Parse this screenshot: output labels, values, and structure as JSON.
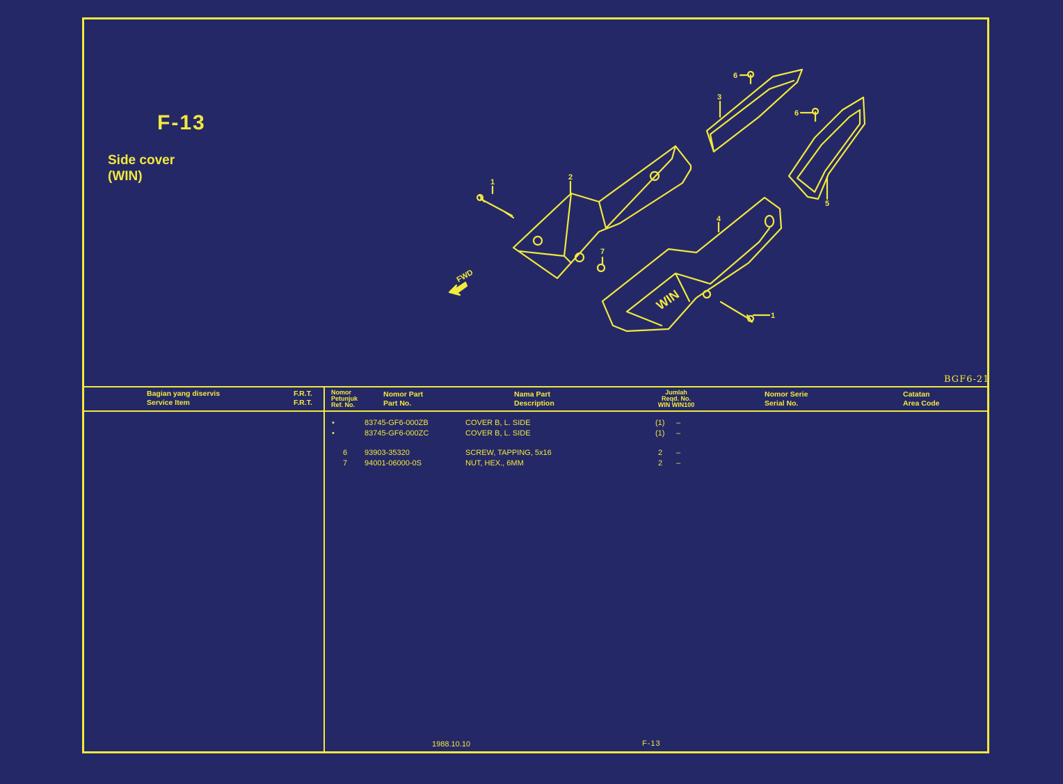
{
  "page": {
    "code": "F-13",
    "title_line1": "Side cover",
    "title_line2": "(WIN)",
    "drawing_code": "BGF6-21"
  },
  "diagram": {
    "callouts": [
      "1",
      "2",
      "3",
      "4",
      "5",
      "6",
      "6",
      "7",
      "1"
    ],
    "fwd_label": "FWD",
    "emblem_text": "WIN"
  },
  "table_header": {
    "service_item_id": "Bagian yang diservis",
    "service_item_en": "Service Item",
    "frt_1": "F.R.T.",
    "frt_2": "F.R.T.",
    "ref_1": "Nomor",
    "ref_2": "Petunjuk",
    "ref_3": "Ref. No.",
    "part_no_id": "Nomor Part",
    "part_no_en": "Part No.",
    "desc_id": "Nama Part",
    "desc_en": "Description",
    "qty_1": "Jumlah",
    "qty_2": "Reqd. No.",
    "qty_3": "WIN WIN100",
    "serial_id": "Nomor Serie",
    "serial_en": "Serial No.",
    "area_id": "Catatan",
    "area_en": "Area Code"
  },
  "parts": [
    {
      "ref": "•",
      "part_no": "83745-GF6-000ZB",
      "description": "COVER B, L. SIDE",
      "qty_win": "(1)",
      "qty_win100": "–"
    },
    {
      "ref": "•",
      "part_no": "83745-GF6-000ZC",
      "description": "COVER B, L. SIDE",
      "qty_win": "(1)",
      "qty_win100": "–"
    },
    {
      "ref": "6",
      "part_no": "93903-35320",
      "description": "SCREW, TAPPING, 5x16",
      "qty_win": "2",
      "qty_win100": "–"
    },
    {
      "ref": "7",
      "part_no": "94001-06000-0S",
      "description": "NUT, HEX., 6MM",
      "qty_win": "2",
      "qty_win100": "–"
    }
  ],
  "footer": {
    "date": "1988.10.10",
    "page_code": "F-13"
  },
  "colors": {
    "background": "#252867",
    "ink": "#f2ea3c"
  }
}
